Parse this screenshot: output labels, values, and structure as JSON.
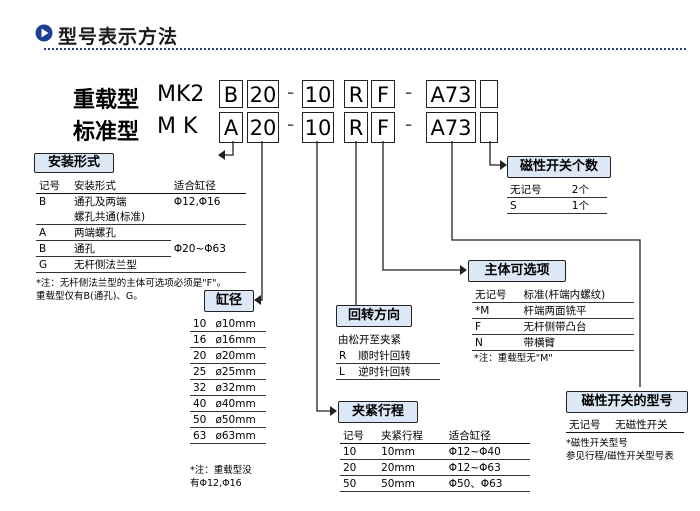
{
  "header": {
    "title": "型号表示方法"
  },
  "rows": [
    {
      "label": "重载型",
      "prefix": "MK2",
      "codes": [
        "B",
        "20",
        "10",
        "R",
        "F",
        "A73"
      ]
    },
    {
      "label": "标准型",
      "prefix": "M K",
      "codes": [
        "A",
        "20",
        "10",
        "R",
        "F",
        "A73"
      ]
    }
  ],
  "dash": "-",
  "mount": {
    "title": "安装形式",
    "headers": [
      "记号",
      "安装形式",
      "适合缸径"
    ],
    "rows": [
      [
        "B",
        "通孔及两端",
        "Φ12,Φ16"
      ],
      [
        "",
        "螺孔共通(标准)",
        ""
      ],
      [
        "A",
        "两端螺孔",
        ""
      ],
      [
        "B",
        "通孔",
        "Φ20~Φ63"
      ],
      [
        "G",
        "无杆侧法兰型",
        ""
      ]
    ],
    "note1": "*注：无杆侧法兰型的主体可选项必须是\"F\"。",
    "note2": "重载型仅有B(通孔)、G。"
  },
  "bore": {
    "title": "缸径",
    "rows": [
      [
        "10",
        "ø10mm"
      ],
      [
        "16",
        "ø16mm"
      ],
      [
        "20",
        "ø20mm"
      ],
      [
        "25",
        "ø25mm"
      ],
      [
        "32",
        "ø32mm"
      ],
      [
        "40",
        "ø40mm"
      ],
      [
        "50",
        "ø50mm"
      ],
      [
        "63",
        "ø63mm"
      ]
    ],
    "note1": "*注：重载型没",
    "note2": "有Φ12,Φ16"
  },
  "rotation": {
    "title": "回转方向",
    "subtitle": "由松开至夹紧",
    "rows": [
      [
        "R",
        "顺时针回转"
      ],
      [
        "L",
        "逆时针回转"
      ]
    ]
  },
  "stroke": {
    "title": "夹紧行程",
    "headers": [
      "记号",
      "夹紧行程",
      "适合缸径"
    ],
    "rows": [
      [
        "10",
        "10mm",
        "Φ12~Φ40"
      ],
      [
        "20",
        "20mm",
        "Φ12~Φ63"
      ],
      [
        "50",
        "50mm",
        "Φ50、Φ63"
      ]
    ]
  },
  "switch_count": {
    "title": "磁性开关个数",
    "rows": [
      [
        "无记号",
        "2个"
      ],
      [
        "S",
        "1个"
      ]
    ]
  },
  "body_option": {
    "title": "主体可选项",
    "rows": [
      [
        "无记号",
        "标准(杆端内螺纹)"
      ],
      [
        "*M",
        "杆端两面铣平"
      ],
      [
        "F",
        "无杆侧带凸台"
      ],
      [
        "N",
        "带横臂"
      ]
    ],
    "note": "*注：重载型无\"M\""
  },
  "switch_model": {
    "title": "磁性开关的型号",
    "rows": [
      [
        "无记号",
        "无磁性开关"
      ]
    ],
    "note1": "*磁性开关型号",
    "note2": "参见行程/磁性开关型号表"
  },
  "colors": {
    "accent": "#1d3f8f",
    "title_bg": "#dde8f7",
    "line": "#222222"
  },
  "icons": {
    "bullet": "play-circle-icon",
    "pointer": "arrow-right-icon"
  }
}
